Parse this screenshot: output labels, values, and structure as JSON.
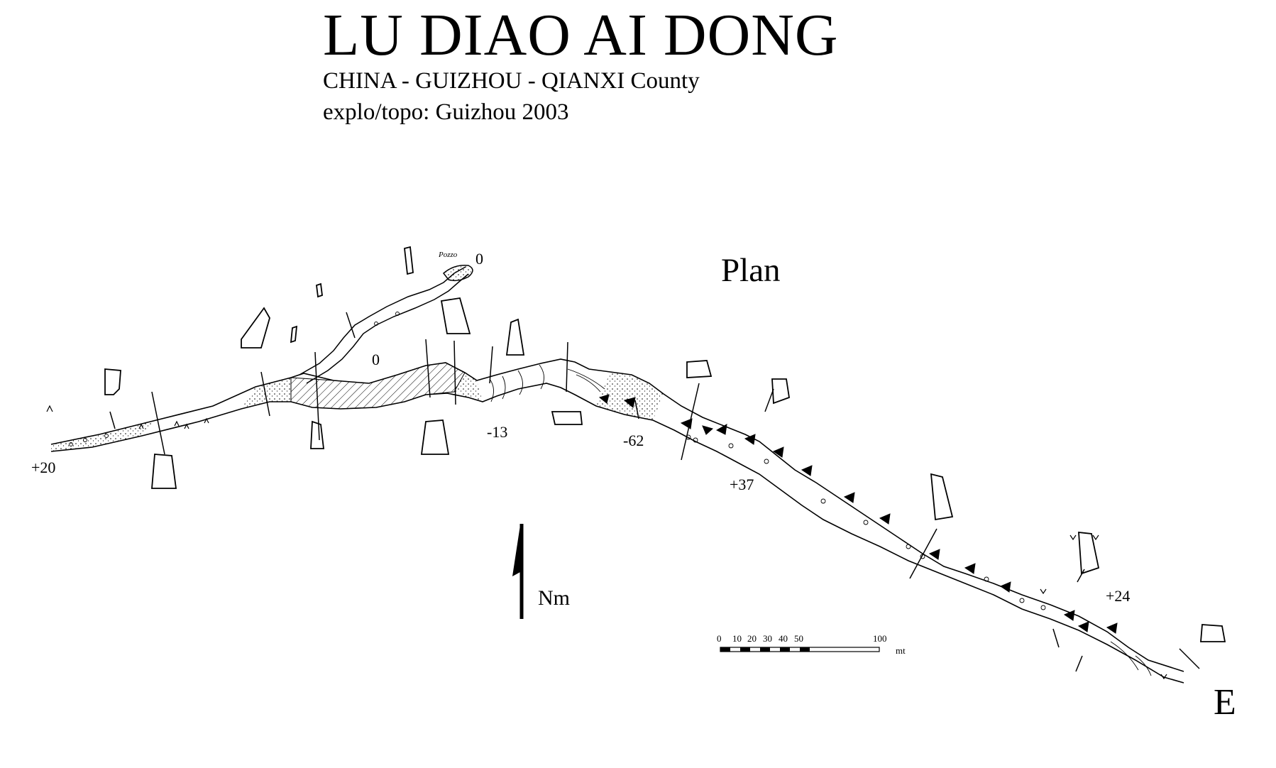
{
  "header": {
    "title": "LU DIAO AI DONG",
    "subtitle": "CHINA - GUIZHOU - QIANXI County",
    "credits": "explo/topo: Guizhou 2003"
  },
  "plan_label": "Plan",
  "pit_label": "Pozzo",
  "depth_labels": {
    "pit_zero": "0",
    "lake_zero": "0",
    "west_end": "+20",
    "d_minus_13": "-13",
    "d_minus_62": "-62",
    "d_plus_37": "+37",
    "d_plus_24": "+24"
  },
  "north_arrow": {
    "label": "Nm"
  },
  "scale_bar": {
    "ticks": [
      "0",
      "10",
      "20",
      "30",
      "40",
      "50",
      "100"
    ],
    "unit": "mt"
  },
  "entrance_label": "E",
  "colors": {
    "ink": "#000000",
    "paper": "#ffffff"
  }
}
